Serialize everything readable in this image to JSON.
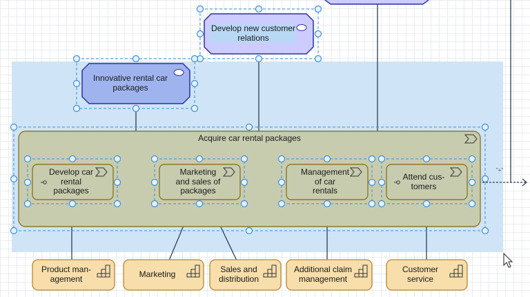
{
  "colors": {
    "grid": "#e9ecef",
    "selection_area": "#cfe4f6",
    "handle": "#3b8fd6",
    "capability_fill": "#c8ccaf",
    "capability_stroke": "#8a7a2a",
    "actor_fill": "#f7deab",
    "actor_stroke": "#b8862e",
    "goal_fill_light": "#ccccff",
    "goal_fill_dark": "#9fb4ef",
    "goal_stroke": "#2d2fa3",
    "connector": "#2c3e50"
  },
  "goals": {
    "top": {
      "label": ""
    },
    "develop_relations": {
      "label": "Develop new customer\nrelations"
    },
    "innovative_packages": {
      "label": "Innovative rental car\npackages"
    }
  },
  "capabilities": {
    "parent": {
      "label": "Acquire car rental packages"
    },
    "children": [
      {
        "label": "Develop car\nrental\npackages"
      },
      {
        "label": "Marketing\nand sales of\npackages"
      },
      {
        "label": "Management\nof car\nrentals"
      },
      {
        "label": "Attend cus-\ntomers"
      }
    ]
  },
  "actors": [
    {
      "label": "Product man-\nagement"
    },
    {
      "label": "Marketing"
    },
    {
      "label": "Sales and\ndistribution"
    },
    {
      "label": "Additional claim\nmanagement"
    },
    {
      "label": "Customer\nservice"
    }
  ],
  "connector_marker": "\"+\"",
  "icons": {
    "capability": "chevron-arrow-icon",
    "actor": "organization-icon",
    "goal": "ellipse-icon",
    "port": "port-circle-icon",
    "cursor": "mouse-pointer-icon"
  }
}
